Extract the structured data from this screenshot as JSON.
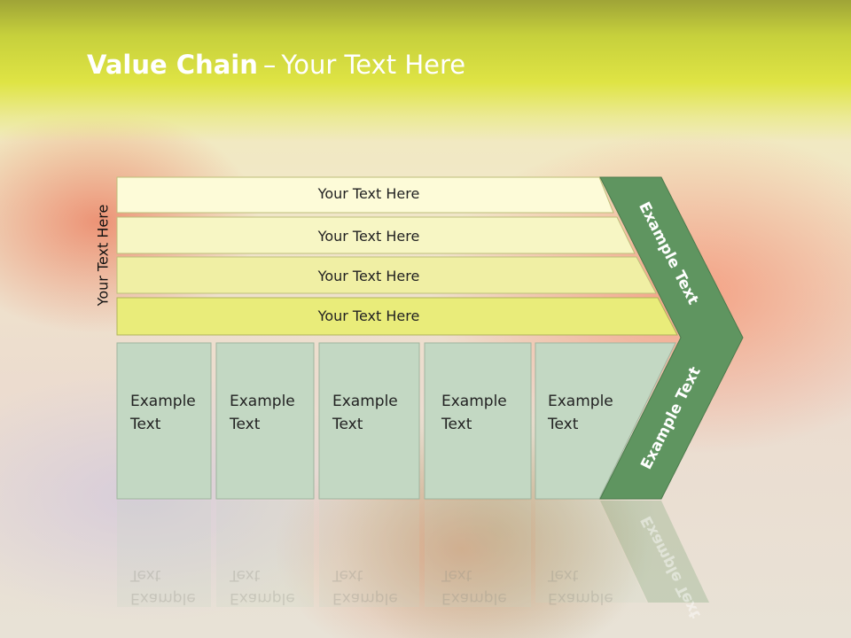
{
  "title": {
    "bold": "Value Chain",
    "separator": "–",
    "rest": "Your Text Here"
  },
  "side_label": "Your Text Here",
  "bars": [
    {
      "label": "Your Text Here"
    },
    {
      "label": "Your Text Here"
    },
    {
      "label": "Your Text Here"
    },
    {
      "label": "Your Text Here"
    }
  ],
  "boxes": [
    {
      "line1": "Example",
      "line2": "Text"
    },
    {
      "line1": "Example",
      "line2": "Text"
    },
    {
      "line1": "Example",
      "line2": "Text"
    },
    {
      "line1": "Example",
      "line2": "Text"
    },
    {
      "line1": "Example",
      "line2": "Text"
    }
  ],
  "chevron": {
    "upper_label": "Example Text",
    "lower_label": "Example Text"
  },
  "colors": {
    "bar_fills": [
      "#fdfbd8",
      "#f7f6c4",
      "#f0efa4",
      "#e9ec7a"
    ],
    "box_fill": "#c3d8c3",
    "chevron_fill": "#5f9560",
    "header": "#dfe444"
  }
}
